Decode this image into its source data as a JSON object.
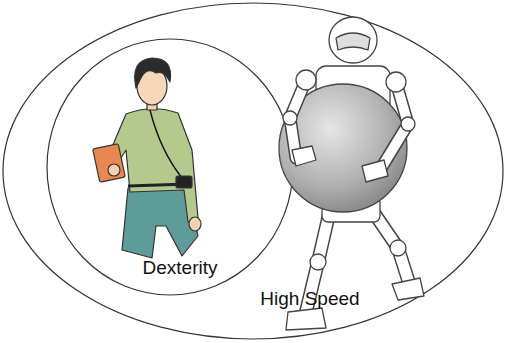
{
  "diagram": {
    "nodes": [
      {
        "text": [
          "High Speed"
        ]
      },
      {
        "text": [
          "Dexterity"
        ],
        "in": 0
      }
    ]
  }
}
